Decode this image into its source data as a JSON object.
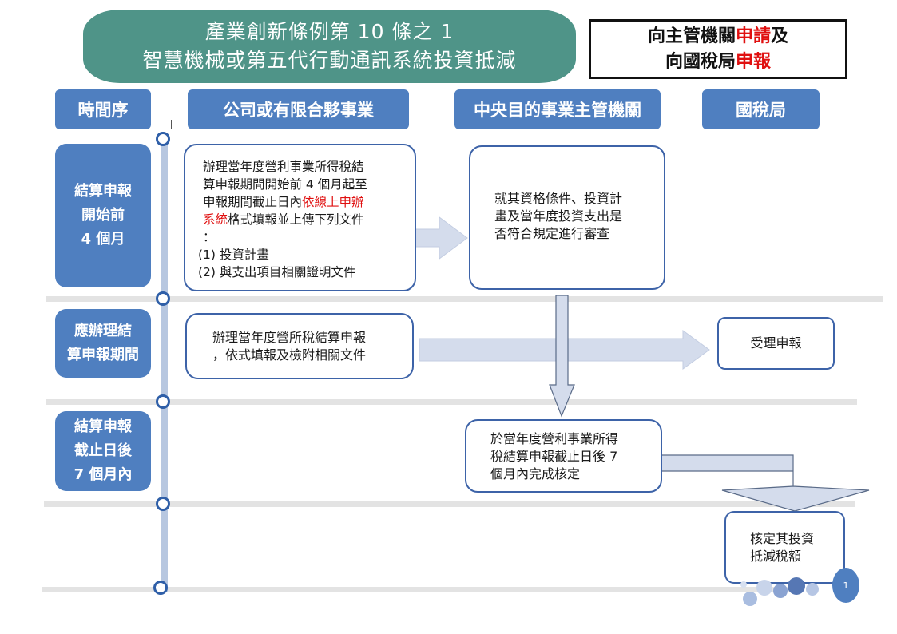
{
  "title": {
    "line1": "產業創新條例第 10 條之 1",
    "line2": "智慧機械或第五代行動通訊系統投資抵減"
  },
  "action_box": {
    "line1_prefix": "向主管機關",
    "line1_highlight": "申請",
    "line1_suffix": "及",
    "line2_prefix": "向國稅局",
    "line2_highlight": "申報"
  },
  "headers": {
    "time_order": "時間序",
    "company": "公司或有限合夥事業",
    "central_authority": "中央目的事業主管機關",
    "tax_bureau": "國稅局"
  },
  "phases": [
    {
      "lines": [
        "結算申報",
        "開始前",
        "4 個月"
      ]
    },
    {
      "lines": [
        "應辦理結",
        "算申報期間"
      ]
    },
    {
      "lines": [
        "結算申報",
        "截止日後",
        "7 個月內"
      ]
    }
  ],
  "boxes": {
    "company_apply": {
      "line1": "辦理當年度營利事業所得稅結",
      "line2": "算申報期間開始前 4 個月起至",
      "line3_prefix": "申報期間截止日內",
      "line3_highlight": "依線上申辦",
      "line4_highlight": "系統",
      "line4_suffix": "格式填報並上傳下列文件",
      "line5": "：",
      "item1": "(1) 投資計畫",
      "item2": "(2) 與支出項目相關證明文件"
    },
    "authority_review": {
      "line1": "就其資格條件、投資計",
      "line2": "畫及當年度投資支出是",
      "line3": "否符合規定進行審查"
    },
    "company_file": {
      "line1": "辦理當年度營所稅結算申報",
      "line2": "，依式填報及檢附相關文件"
    },
    "tax_accept": {
      "text": "受理申報"
    },
    "authority_verify": {
      "line1": "於當年度營利事業所得",
      "line2": "稅結算申報截止日後 7",
      "line3": "個月內完成核定"
    },
    "tax_approve": {
      "line1": "核定其投資",
      "line2": "抵減稅額"
    }
  },
  "page_number": "1",
  "colors": {
    "title_bg": "#4f9488",
    "header_bg": "#4f7fc0",
    "box_border": "#3d63a8",
    "highlight_red": "#e01010",
    "arrow_fill": "#d4dcec"
  }
}
